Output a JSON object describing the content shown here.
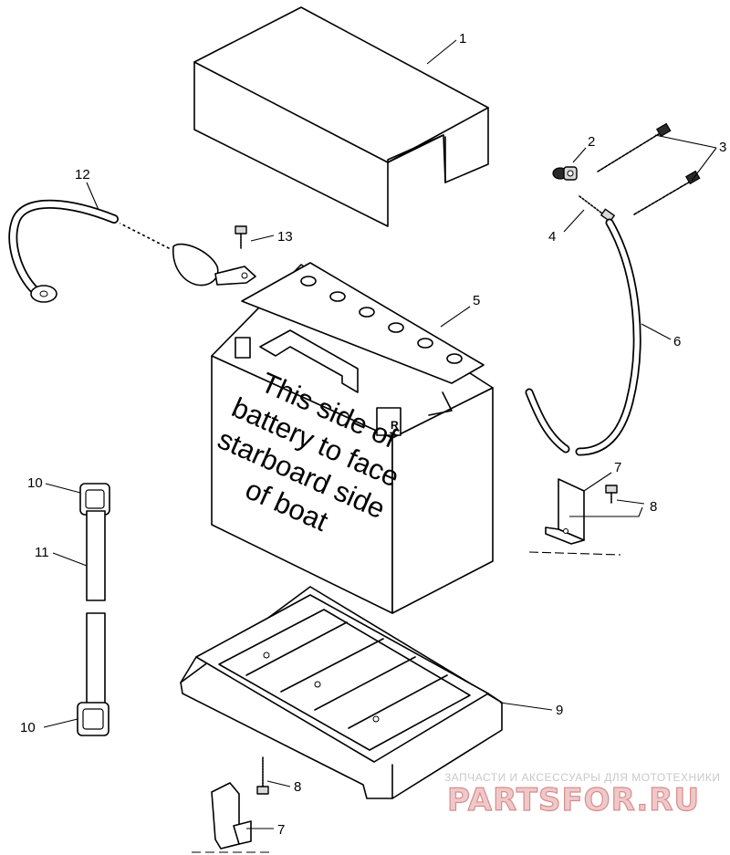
{
  "callouts": {
    "c1": "1",
    "c2": "2",
    "c3": "3",
    "c4": "4",
    "c5": "5",
    "c6": "6",
    "c7a": "7",
    "c7b": "7",
    "c8a": "8",
    "c8b": "8",
    "c9": "9",
    "c10a": "10",
    "c10b": "10",
    "c11": "11",
    "c12": "12",
    "c13": "13"
  },
  "battery_label": {
    "line1": "This side of",
    "line2": "battery to face",
    "line3": "starboard side",
    "line4": "of boat"
  },
  "watermark": {
    "tagline": "ЗАПЧАСТИ И АКСЕССУАРЫ ДЛЯ МОТОТЕХНИКИ",
    "logo": "PARTSFOR.RU"
  }
}
